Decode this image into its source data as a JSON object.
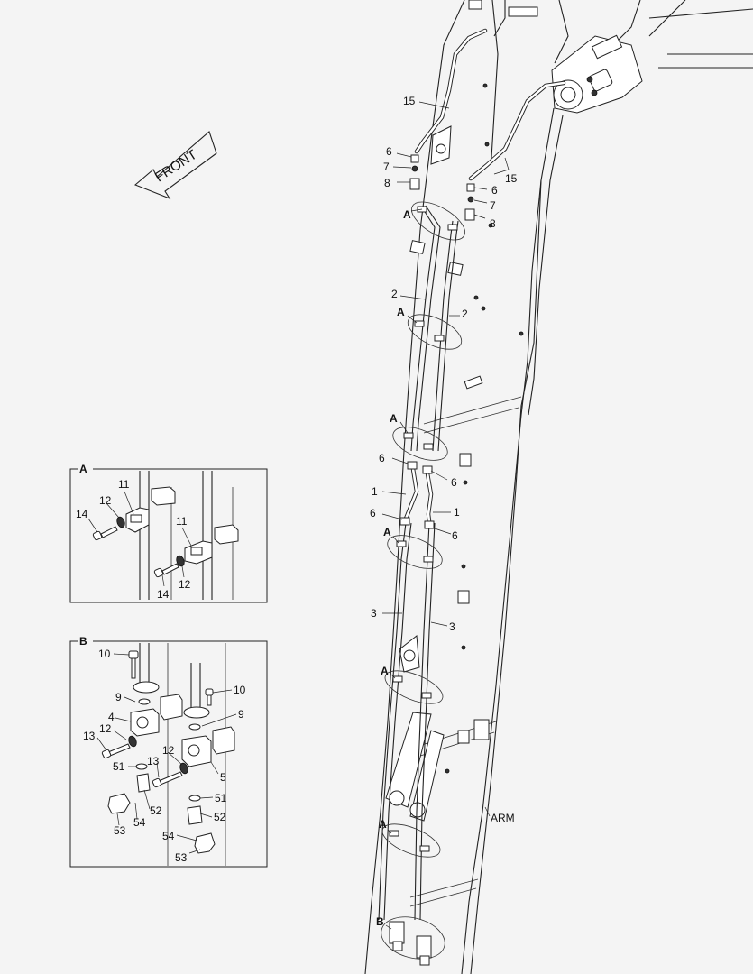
{
  "front_label": "FRONT",
  "arm_label": "ARM",
  "detail_a": {
    "title": "A",
    "labels": {
      "l11a": "11",
      "l12a": "12",
      "l14a": "14",
      "l11b": "11",
      "l14b": "14",
      "l12b": "12"
    }
  },
  "detail_b": {
    "title": "B",
    "labels": {
      "l10a": "10",
      "l9a": "9",
      "l4": "4",
      "l12a": "12",
      "l13a": "13",
      "l51a": "51",
      "l52a": "52",
      "l54a": "54",
      "l53a": "53",
      "l10b": "10",
      "l9b": "9",
      "l12b": "12",
      "l13b": "13",
      "l5": "5",
      "l51b": "51",
      "l52b": "52",
      "l54b": "54",
      "l53b": "53"
    }
  },
  "main_labels": {
    "c15a": "15",
    "c15b": "15",
    "c6a": "6",
    "c7a": "7",
    "c8a": "8",
    "c6b": "6",
    "c7b": "7",
    "c8b": "8",
    "c2a": "2",
    "c2b": "2",
    "c6c": "6",
    "c6d": "6",
    "c1a": "1",
    "c1b": "1",
    "c6e": "6",
    "c6f": "6",
    "c3a": "3",
    "c3b": "3"
  },
  "callout_a": "A",
  "callout_b": "B"
}
